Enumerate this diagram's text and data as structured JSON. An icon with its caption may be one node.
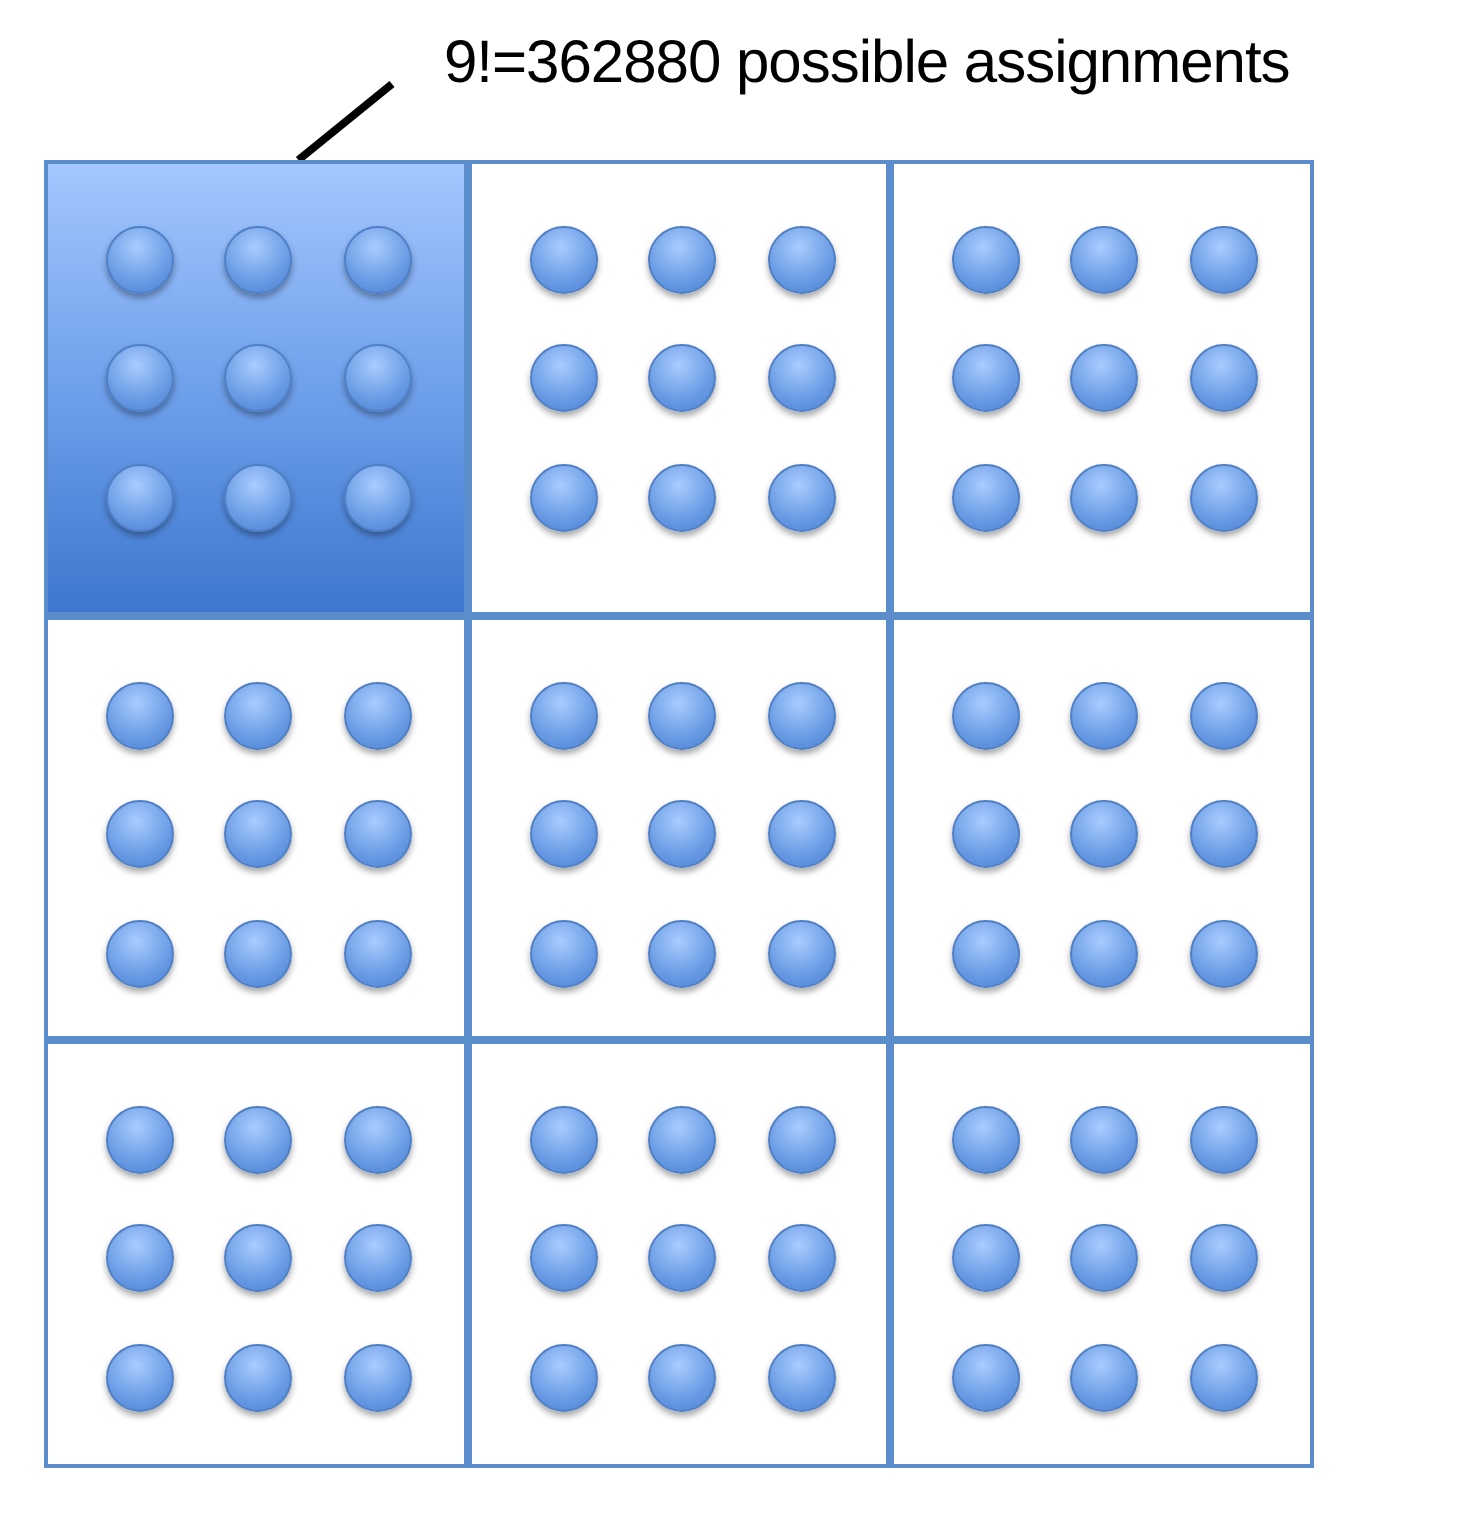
{
  "diagram": {
    "nodes": [
      {
        "text": [
          "9!=362880 possible assignments"
        ]
      },
      {
        "text": [],
        "shape": "box"
      },
      {
        "text": [],
        "shape": "box"
      },
      {
        "text": [],
        "shape": "box"
      },
      {
        "text": [],
        "shape": "box"
      },
      {
        "text": [],
        "shape": "box"
      },
      {
        "text": [],
        "shape": "box"
      },
      {
        "text": [],
        "shape": "box"
      },
      {
        "text": [],
        "shape": "box"
      },
      {
        "text": [],
        "shape": "box"
      }
    ],
    "edges": [
      {
        "from": 0,
        "to": 1,
        "arrow": "none"
      }
    ]
  }
}
